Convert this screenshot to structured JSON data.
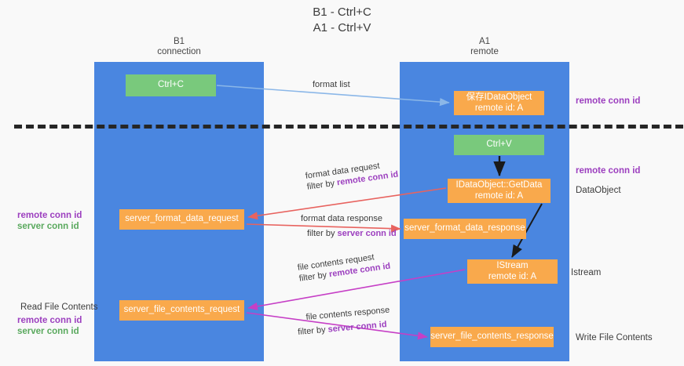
{
  "title": {
    "line1": "B1 - Ctrl+C",
    "line2": "A1 - Ctrl+V"
  },
  "lanes": [
    {
      "id": "b1",
      "name": "B1",
      "sub": "connection",
      "color": "#4a86e0"
    },
    {
      "id": "a1",
      "name": "A1",
      "sub": "remote",
      "color": "#4a86e0"
    }
  ],
  "colors": {
    "lane": "#4a86e0",
    "node_orange": "#f9a94c",
    "node_green": "#79c97c",
    "purple": "#9c3fbf",
    "green_text": "#5aa95e",
    "arrow_blue": "#8bb7e8",
    "arrow_red": "#e8635f",
    "arrow_magenta": "#c63fc6",
    "arrow_black": "#1a1a1a",
    "background": "#f9f9f9",
    "dashed": "#262626"
  },
  "nodes": {
    "ctrl_c": {
      "label": "Ctrl+C",
      "sub": ""
    },
    "save_idataobject": {
      "label": "保存IDataObject",
      "sub": "remote id: A"
    },
    "ctrl_v": {
      "label": "Ctrl+V",
      "sub": ""
    },
    "getdata": {
      "label": "IDataObject::GetData",
      "sub": "remote id: A"
    },
    "server_format_data_request": {
      "label": "server_format_data_request",
      "sub": ""
    },
    "server_format_data_response": {
      "label": "server_format_data_response",
      "sub": ""
    },
    "istream": {
      "label": "IStream",
      "sub": "remote id: A"
    },
    "server_file_contents_request": {
      "label": "server_file_contents_request",
      "sub": ""
    },
    "server_file_contents_response": {
      "label": "server_file_contents_response",
      "sub": ""
    }
  },
  "edge_labels": {
    "format_list": "format list",
    "format_data_request": "format data request",
    "format_data_request_filter_prefix": "filter by ",
    "format_data_request_filter_key": "remote conn id",
    "format_data_response": "format data response",
    "format_data_response_filter_prefix": "filter by ",
    "format_data_response_filter_key": "server conn id",
    "file_contents_request": "file contents request",
    "file_contents_request_filter_prefix": "filter by ",
    "file_contents_request_filter_key": "remote conn id",
    "file_contents_response": "file contents response",
    "file_contents_response_filter_prefix": "filter by ",
    "file_contents_response_filter_key": "server conn id"
  },
  "annotations": {
    "right_remote_conn_id_top": "remote conn id",
    "right_remote_conn_id_mid": "remote conn id",
    "right_dataobject": "DataObject",
    "right_istream": "Istream",
    "right_write_file_contents": "Write File Contents",
    "left_remote_conn_id_mid": "remote conn id",
    "left_server_conn_id_mid": "server conn id",
    "left_read_file_contents": "Read File Contents",
    "left_remote_conn_id_bottom": "remote conn id",
    "left_server_conn_id_bottom": "server conn id"
  }
}
